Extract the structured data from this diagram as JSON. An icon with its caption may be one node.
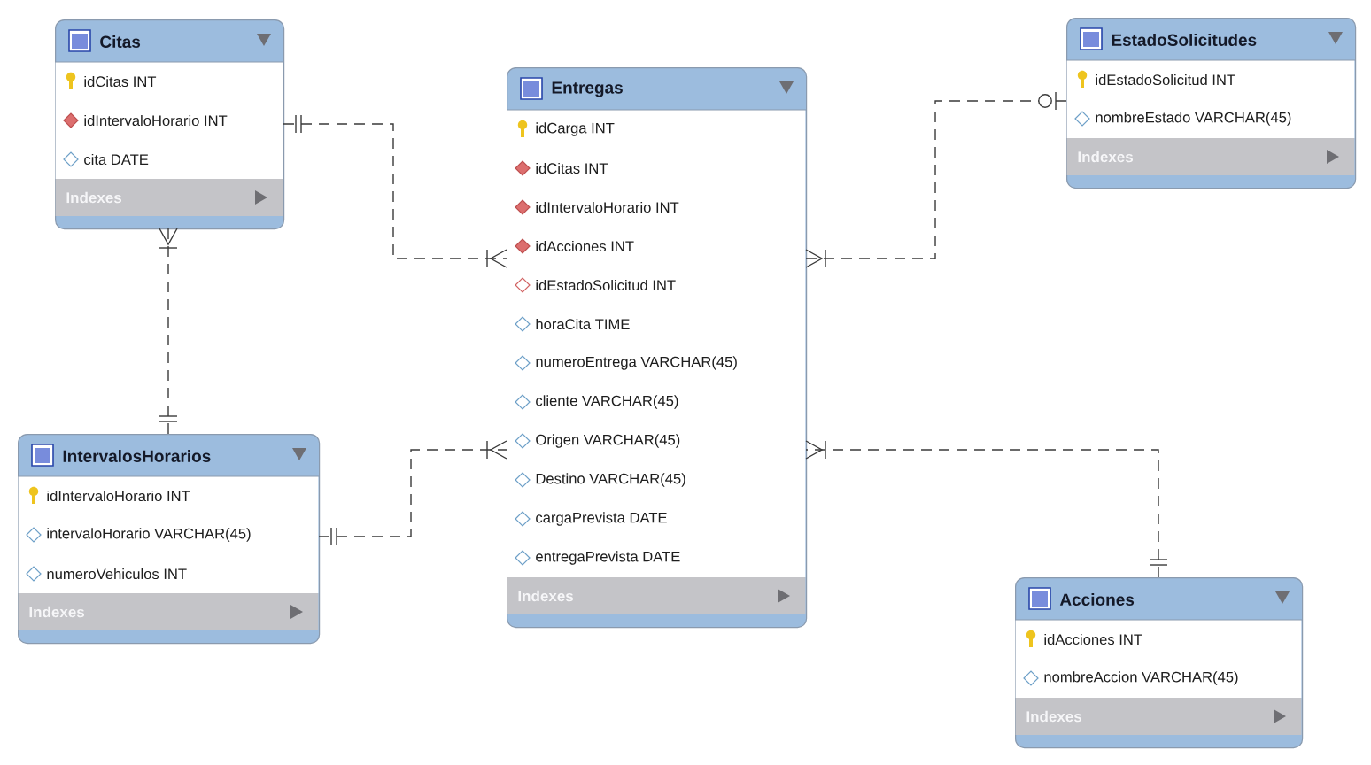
{
  "diagram": {
    "nodes": [
      {
        "text": [
          "Citas",
          "idCitas INT",
          "idIntervaloHorario INT",
          "cita DATE",
          "Indexes"
        ]
      },
      {
        "text": [
          "Entregas",
          "idCarga INT",
          "idCitas INT",
          "idIntervaloHorario INT",
          "idAcciones INT",
          "idEstadoSolicitud INT",
          "horaCita TIME",
          "numeroEntrega VARCHAR(45)",
          "cliente VARCHAR(45)",
          "Origen VARCHAR(45)",
          "Destino VARCHAR(45)",
          "cargaPrevista DATE",
          "entregaPrevista DATE",
          "Indexes"
        ]
      },
      {
        "text": [
          "EstadoSolicitudes",
          "idEstadoSolicitud INT",
          "nombreEstado VARCHAR(45)",
          "Indexes"
        ]
      },
      {
        "text": [
          "IntervalosHorarios",
          "idIntervaloHorario INT",
          "intervaloHorario VARCHAR(45)",
          "numeroVehiculos INT",
          "Indexes"
        ]
      },
      {
        "text": [
          "Acciones",
          "idAcciones INT",
          "nombreAccion VARCHAR(45)",
          "Indexes"
        ]
      }
    ],
    "edges": [
      {
        "from": 0,
        "to": 1,
        "arrow": "other",
        "style": "dashed"
      },
      {
        "from": 3,
        "to": 0,
        "arrow": "other",
        "style": "dashed"
      },
      {
        "from": 3,
        "to": 1,
        "arrow": "other",
        "style": "dashed"
      },
      {
        "from": 2,
        "to": 1,
        "arrow": "other",
        "style": "dashed"
      },
      {
        "from": 4,
        "to": 1,
        "arrow": "other",
        "style": "dashed"
      }
    ]
  }
}
